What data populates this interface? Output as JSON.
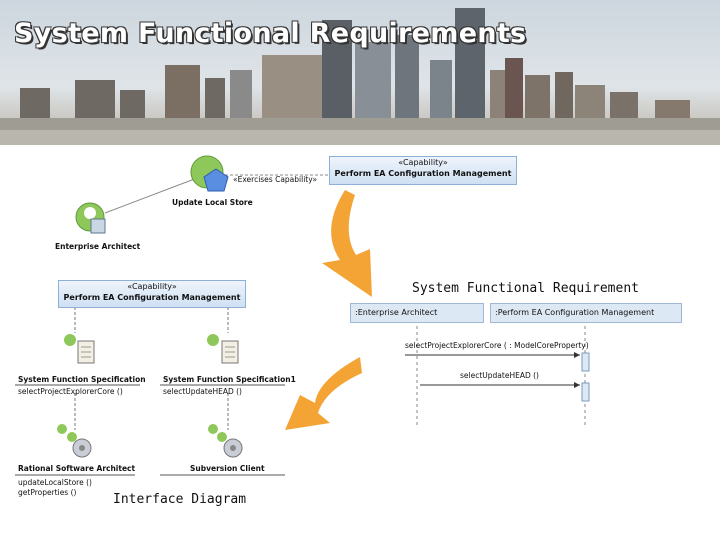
{
  "slide": {
    "title": "System Functional Requirements"
  },
  "top_diagram": {
    "capability_stereotype": "«Capability»",
    "capability_name": "Perform EA Configuration Management",
    "relation_label": "«Exercises Capability»",
    "use_case_label": "Update Local Store",
    "actor_label": "Enterprise Architect"
  },
  "interface_diagram": {
    "caption": "Interface Diagram",
    "capability_stereotype": "«Capability»",
    "capability_name": "Perform EA Configuration Management",
    "spec1": {
      "name": "System Function Specification",
      "op": "selectProjectExplorerCore ()"
    },
    "spec2": {
      "name": "System Function Specification1",
      "op": "selectUpdateHEAD ()"
    },
    "comp1": {
      "name": "Rational Software Architect",
      "op1": "updateLocalStore ()",
      "op2": "getProperties ()"
    },
    "comp2": {
      "name": "Subversion Client"
    }
  },
  "sequence_diagram": {
    "caption": "System Functional Requirement",
    "lifeline1": ":Enterprise Architect",
    "lifeline2": ":Perform EA Configuration Management",
    "msg1": "selectProjectExplorerCore ( : ModelCoreProperty)",
    "msg2": "selectUpdateHEAD ()"
  },
  "colors": {
    "arrow_orange": "#f39a1e",
    "capability_blue": "#cfe0f3",
    "actor_green": "#8fc85a"
  }
}
